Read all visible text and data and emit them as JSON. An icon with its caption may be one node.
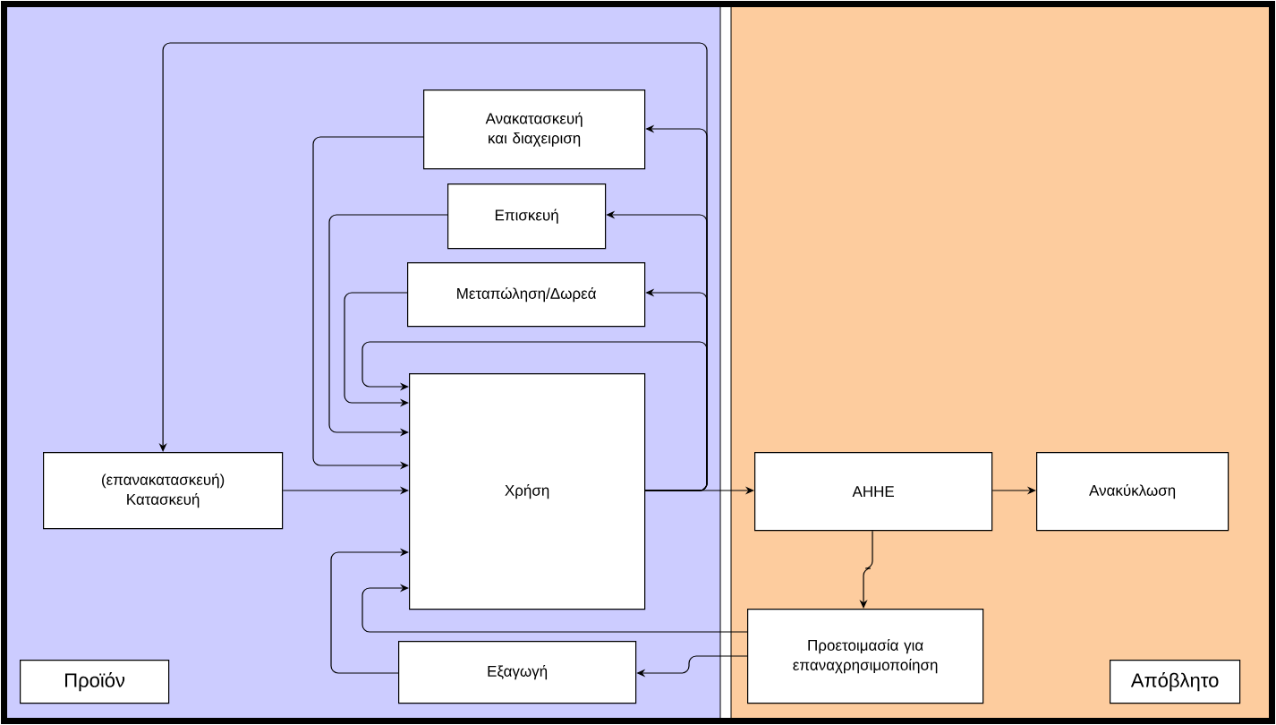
{
  "diagram": {
    "nodes": [
      {
        "text": [
          "(επανακατασκευή) Κατασκευή"
        ]
      },
      {
        "text": [
          "Ανακατασκευή και διαχειριση"
        ]
      },
      {
        "text": [
          "Επισκευή"
        ]
      },
      {
        "text": [
          "Μεταπώληση/Δωρεά"
        ]
      },
      {
        "text": [
          "Χρήση"
        ]
      },
      {
        "text": [
          "ΑΗΗΕ"
        ]
      },
      {
        "text": [
          "Ανακύκλωση"
        ]
      },
      {
        "text": [
          "Προετοιμασία για επαναχρησιμοποίηση"
        ]
      },
      {
        "text": [
          "Εξαγωγή"
        ]
      },
      {
        "text": [
          "Προϊόν"
        ]
      },
      {
        "text": [
          "Απόβλητο"
        ]
      }
    ],
    "edges": [
      {
        "from": 0,
        "to": 4,
        "arrow": "to"
      },
      {
        "from": 4,
        "to": 5,
        "arrow": "to"
      },
      {
        "from": 4,
        "to": 1,
        "arrow": "to"
      },
      {
        "from": 4,
        "to": 2,
        "arrow": "to"
      },
      {
        "from": 4,
        "to": 3,
        "arrow": "to"
      },
      {
        "from": 4,
        "to": 4,
        "arrow": "to"
      },
      {
        "from": 4,
        "to": 0,
        "arrow": "to"
      },
      {
        "from": 1,
        "to": 4,
        "arrow": "to"
      },
      {
        "from": 2,
        "to": 4,
        "arrow": "to"
      },
      {
        "from": 3,
        "to": 4,
        "arrow": "to"
      },
      {
        "from": 5,
        "to": 6,
        "arrow": "to"
      },
      {
        "from": 5,
        "to": 7,
        "arrow": "to"
      },
      {
        "from": 7,
        "to": 4,
        "arrow": "to"
      },
      {
        "from": 7,
        "to": 8,
        "arrow": "to"
      },
      {
        "from": 8,
        "to": 4,
        "arrow": "to"
      }
    ]
  }
}
